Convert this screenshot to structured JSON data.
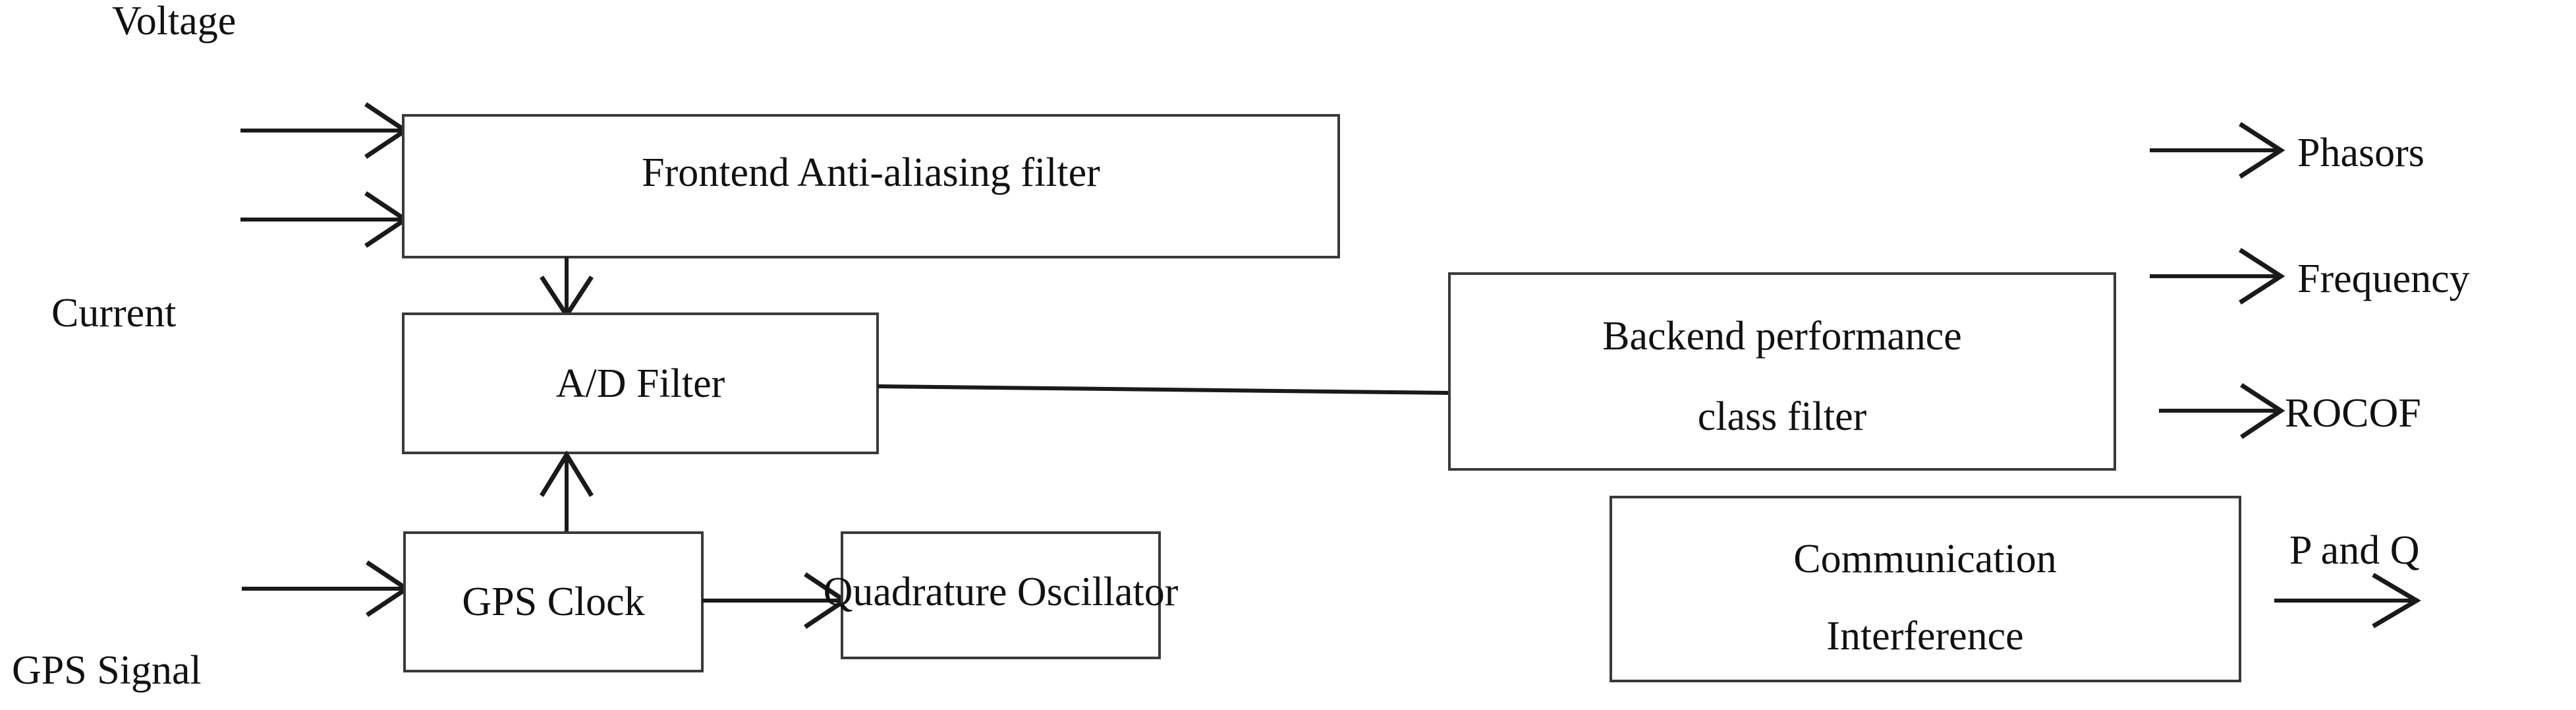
{
  "diagram": {
    "title": "PMU signal processing block diagram",
    "background_color": "#ffffff",
    "line_color": "#1a1a1a",
    "box_stroke_color": "#3a3a3a",
    "text_color": "#111111",
    "blocks": [
      {
        "id": "frontend",
        "label": "Frontend Anti-aliasing filter"
      },
      {
        "id": "ad_filter",
        "label": "A/D Filter"
      },
      {
        "id": "backend",
        "label_line1": "Backend performance",
        "label_line2": "class filter"
      },
      {
        "id": "gps_clock",
        "label": "GPS Clock"
      },
      {
        "id": "quadrature",
        "label": "Quadrature Oscillator"
      },
      {
        "id": "comm",
        "label_line1": "Communication",
        "label_line2": "Interference"
      }
    ],
    "input_labels": [
      {
        "id": "voltage",
        "label": "Voltage"
      },
      {
        "id": "current",
        "label": "Current"
      },
      {
        "id": "gps_signal",
        "label": "GPS Signal"
      }
    ],
    "output_labels": [
      {
        "id": "phasors",
        "label": "Phasors"
      },
      {
        "id": "frequency",
        "label": "Frequency"
      },
      {
        "id": "rocof",
        "label": "ROCOF"
      },
      {
        "id": "p_and_q",
        "label": "P and Q"
      }
    ]
  }
}
